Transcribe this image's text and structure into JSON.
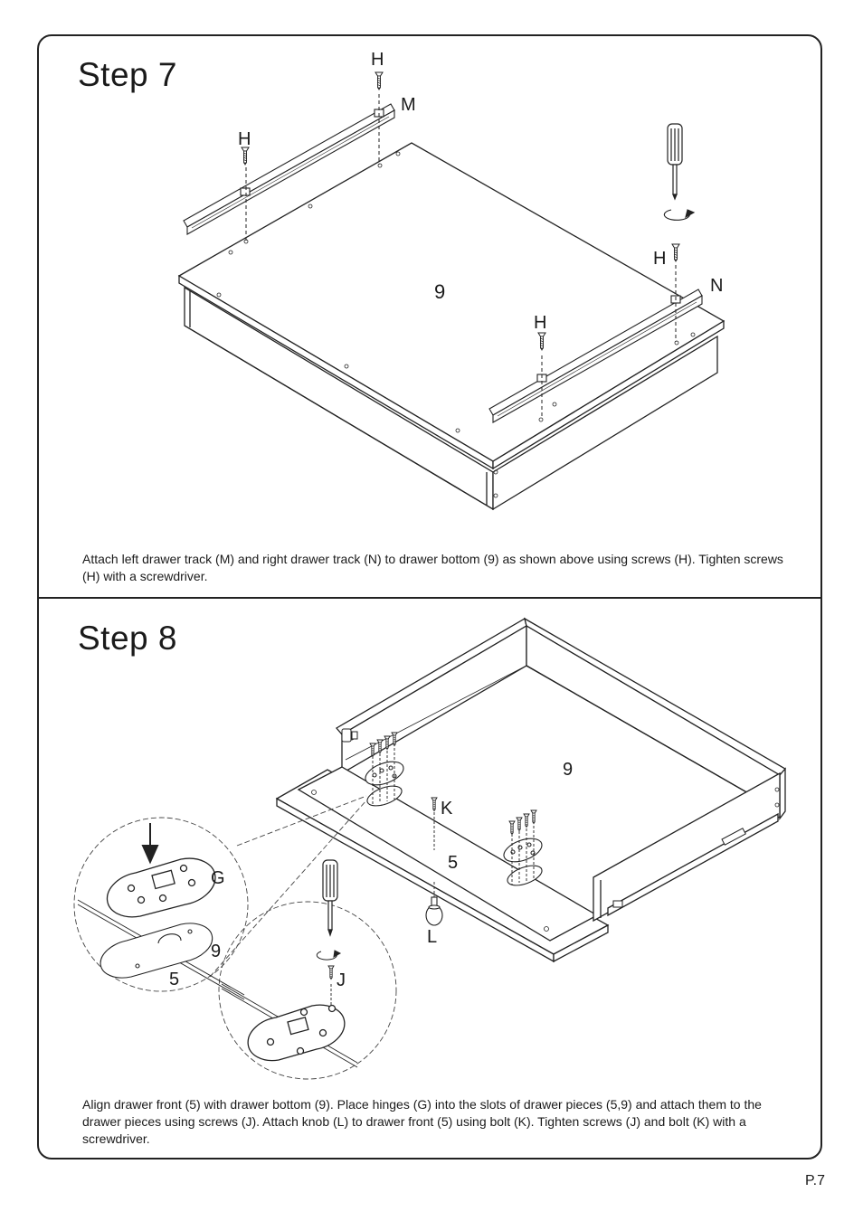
{
  "step7": {
    "title": "Step  7",
    "description": "Attach left drawer track (M) and right drawer track (N) to drawer bottom (9) as shown above using screws (H). Tighten screws (H) with a screwdriver.",
    "labels": {
      "h1": "H",
      "h2": "H",
      "h3": "H",
      "h4": "H",
      "m": "M",
      "n": "N",
      "part9": "9"
    }
  },
  "step8": {
    "title": "Step  8",
    "description": "Align drawer front (5) with drawer bottom (9). Place hinges (G) into the slots of drawer pieces (5,9) and attach them to the drawer pieces using screws (J). Attach knob (L) to drawer front (5) using bolt (K). Tighten screws (J) and bolt (K) with a screwdriver.",
    "labels": {
      "part9": "9",
      "part5": "5",
      "k": "K",
      "l": "L",
      "g": "G",
      "detail9": "9",
      "detail5": "5",
      "j": "J"
    }
  },
  "page": {
    "number": "P.7"
  }
}
